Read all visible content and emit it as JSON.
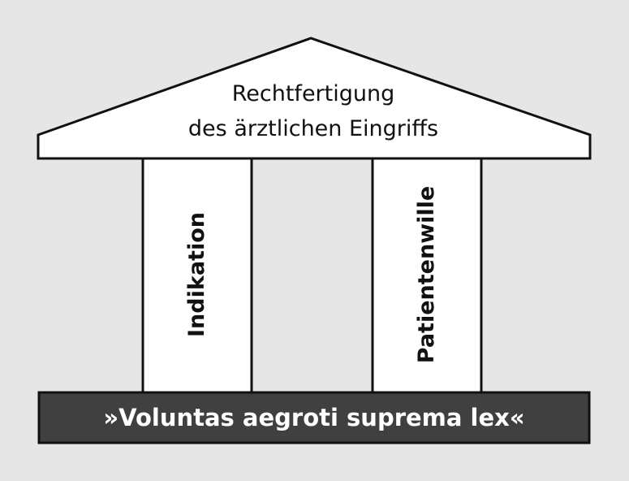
{
  "roof": {
    "line1": "Rechtfertigung",
    "line2": "des ärztlichen Eingriffs"
  },
  "pillars": [
    {
      "label": "Indikation"
    },
    {
      "label": "Patientenwille"
    }
  ],
  "base": {
    "label": "»Voluntas aegroti suprema lex«"
  },
  "colors": {
    "background": "#e6e6e6",
    "shape_fill": "#ffffff",
    "outline": "#111111",
    "base_fill": "#404040",
    "base_text": "#ffffff"
  }
}
